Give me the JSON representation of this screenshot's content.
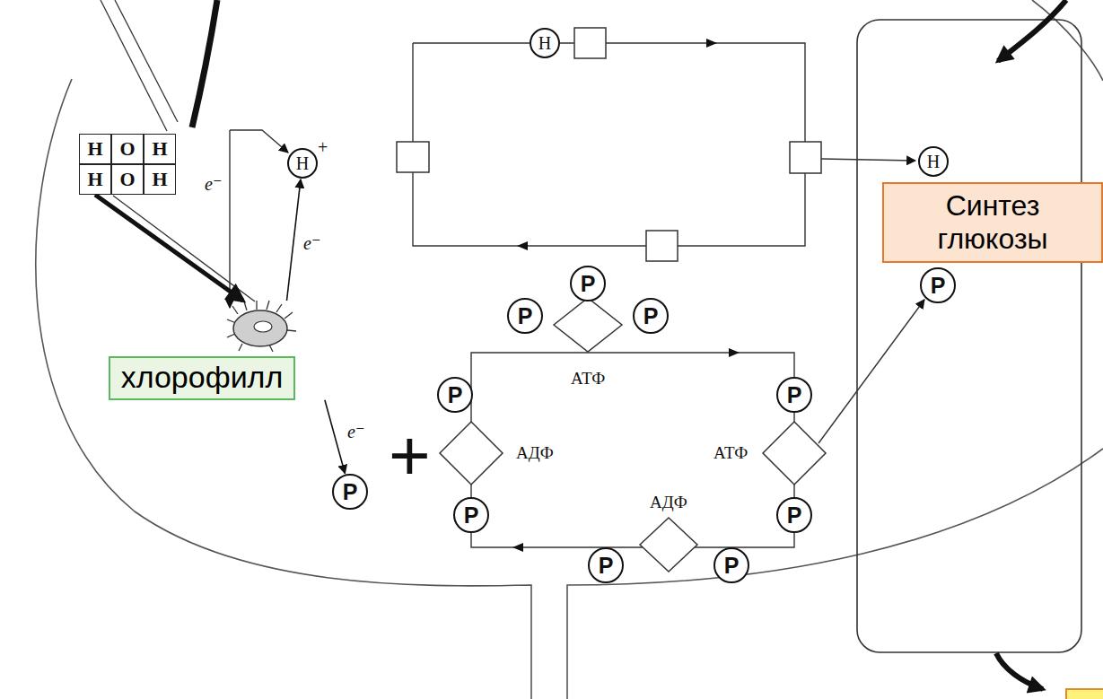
{
  "diagram": {
    "nodes": [
      {
        "text": [
          "H"
        ]
      },
      {
        "text": [
          "O"
        ]
      },
      {
        "text": [
          "H"
        ]
      },
      {
        "text": [
          "H"
        ]
      },
      {
        "text": [
          "O"
        ]
      },
      {
        "text": [
          "H"
        ]
      },
      {
        "text": [
          "H",
          "+"
        ]
      },
      {
        "text": [
          "H"
        ]
      },
      {
        "text": [
          "хлорофилл"
        ]
      },
      {
        "text": [
          "Синтез глюкозы"
        ]
      },
      {
        "text": [
          "H"
        ]
      },
      {
        "text": [
          "P"
        ]
      },
      {
        "text": [
          "P"
        ]
      },
      {
        "text": [
          "P"
        ]
      },
      {
        "text": [
          "P"
        ]
      },
      {
        "text": [
          "P"
        ]
      },
      {
        "text": [
          "P"
        ]
      },
      {
        "text": [
          "P"
        ]
      },
      {
        "text": [
          "P"
        ]
      },
      {
        "text": [
          "P"
        ]
      },
      {
        "text": [
          "P"
        ]
      },
      {
        "text": [
          "P"
        ]
      }
    ],
    "edges": [
      {
        "from": 3,
        "to": 8,
        "arrow": "to"
      },
      {
        "from": 8,
        "to": 6,
        "arrow": "to",
        "label": "e⁻"
      },
      {
        "from": 8,
        "to": 21,
        "arrow": "to",
        "label": "e⁻"
      }
    ],
    "labels": [
      "e⁻",
      "+",
      "АТФ",
      "АДФ",
      "АТФ",
      "АДФ"
    ]
  }
}
